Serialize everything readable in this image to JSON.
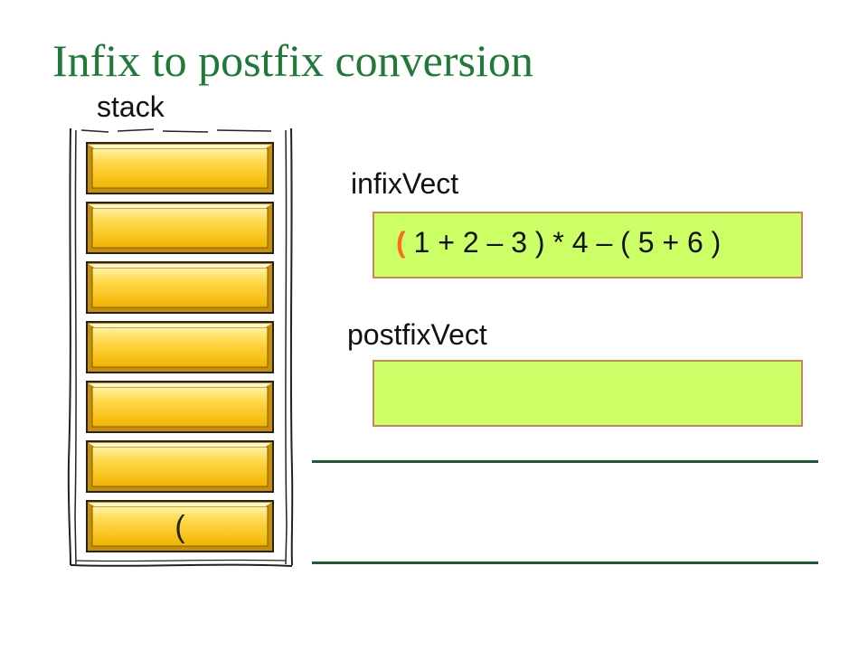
{
  "title": "Infix to postfix conversion",
  "stack": {
    "label": "stack",
    "cells": [
      "",
      "",
      "",
      "",
      "",
      "",
      "("
    ]
  },
  "infix": {
    "label": "infixVect",
    "highlight": "(",
    "rest": " 1 + 2 – 3 ) * 4 – ( 5 + 6 )"
  },
  "postfix": {
    "label": "postfixVect",
    "value": ""
  },
  "colors": {
    "title": "#1f7a3a",
    "vect_fill": "#ccff66",
    "vect_border": "#c9855a",
    "highlight": "#ff6a21",
    "stack_cell": "#ffd033",
    "rules": "#1e5a30"
  }
}
